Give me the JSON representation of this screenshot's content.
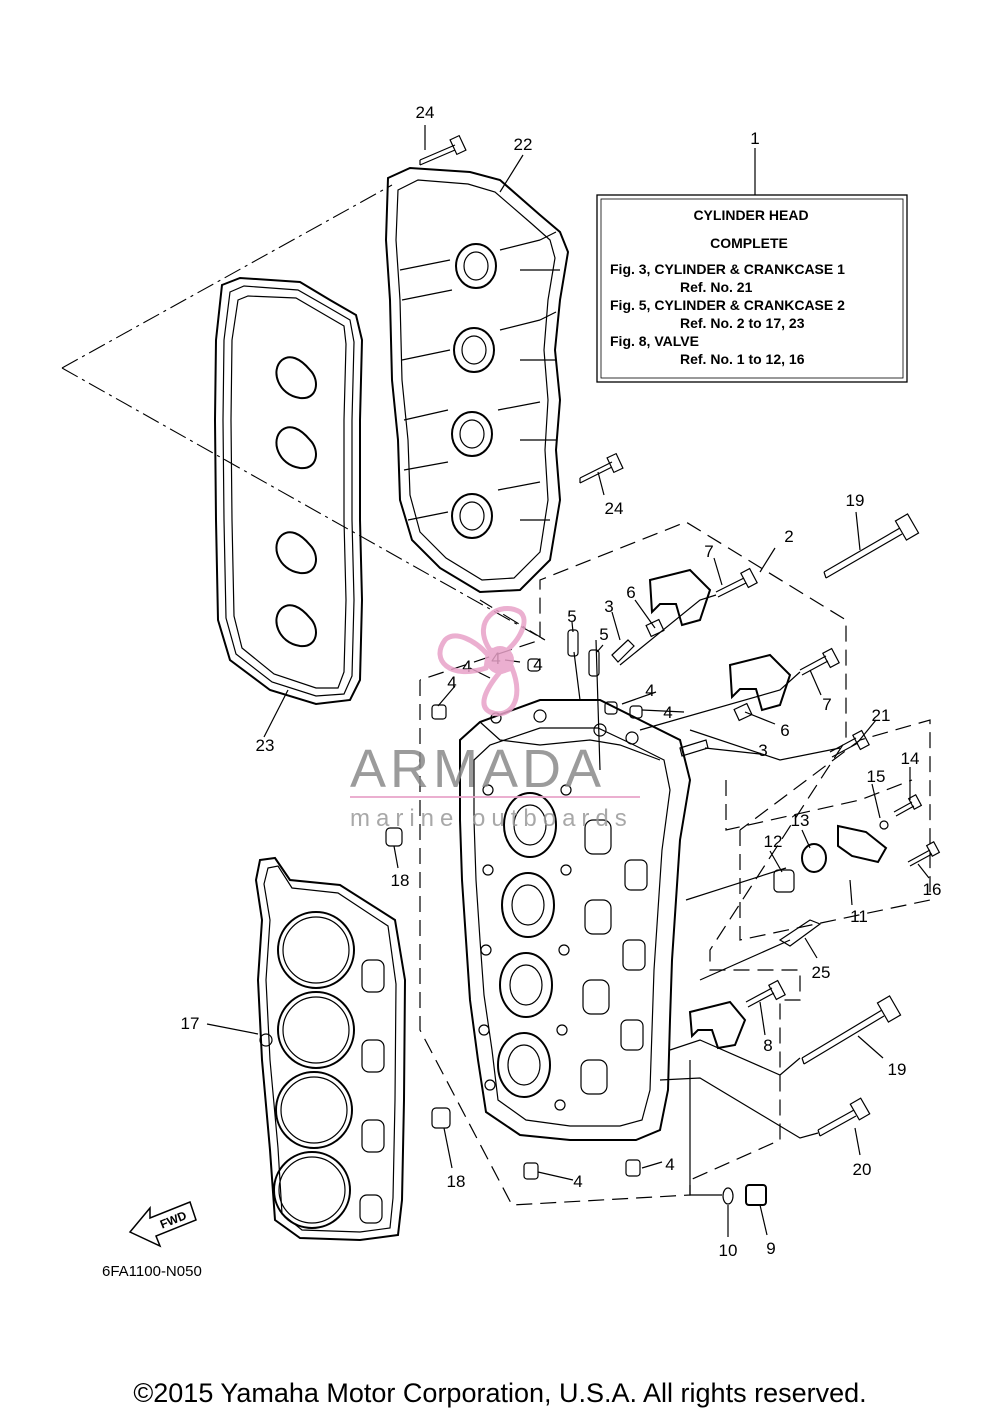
{
  "note": {
    "lines": [
      "CYLINDER HEAD",
      "COMPLETE",
      "Fig. 3, CYLINDER & CRANKCASE 1",
      "Ref. No. 21",
      "Fig. 5, CYLINDER & CRANKCASE 2",
      "Ref. No. 2 to 17, 23",
      "Fig. 8, VALVE",
      "Ref. No. 1 to 12, 16"
    ]
  },
  "callouts": [
    {
      "label": "1"
    },
    {
      "label": "2"
    },
    {
      "label": "3"
    },
    {
      "label": "3"
    },
    {
      "label": "4"
    },
    {
      "label": "4"
    },
    {
      "label": "4"
    },
    {
      "label": "4"
    },
    {
      "label": "4"
    },
    {
      "label": "4"
    },
    {
      "label": "4"
    },
    {
      "label": "4"
    },
    {
      "label": "5"
    },
    {
      "label": "5"
    },
    {
      "label": "6"
    },
    {
      "label": "6"
    },
    {
      "label": "7"
    },
    {
      "label": "7"
    },
    {
      "label": "8"
    },
    {
      "label": "9"
    },
    {
      "label": "10"
    },
    {
      "label": "11"
    },
    {
      "label": "12"
    },
    {
      "label": "13"
    },
    {
      "label": "14"
    },
    {
      "label": "15"
    },
    {
      "label": "16"
    },
    {
      "label": "17"
    },
    {
      "label": "18"
    },
    {
      "label": "18"
    },
    {
      "label": "19"
    },
    {
      "label": "19"
    },
    {
      "label": "20"
    },
    {
      "label": "21"
    },
    {
      "label": "22"
    },
    {
      "label": "23"
    },
    {
      "label": "24"
    },
    {
      "label": "24"
    },
    {
      "label": "25"
    }
  ],
  "fwd_label": "FWD",
  "diagram_code": "6FA1100-N050",
  "watermark": {
    "brand": "ARMADA",
    "tagline": "marine outboards",
    "color": "#e8a2c8"
  },
  "copyright": "©2015 Yamaha Motor Corporation, U.S.A. All rights reserved."
}
